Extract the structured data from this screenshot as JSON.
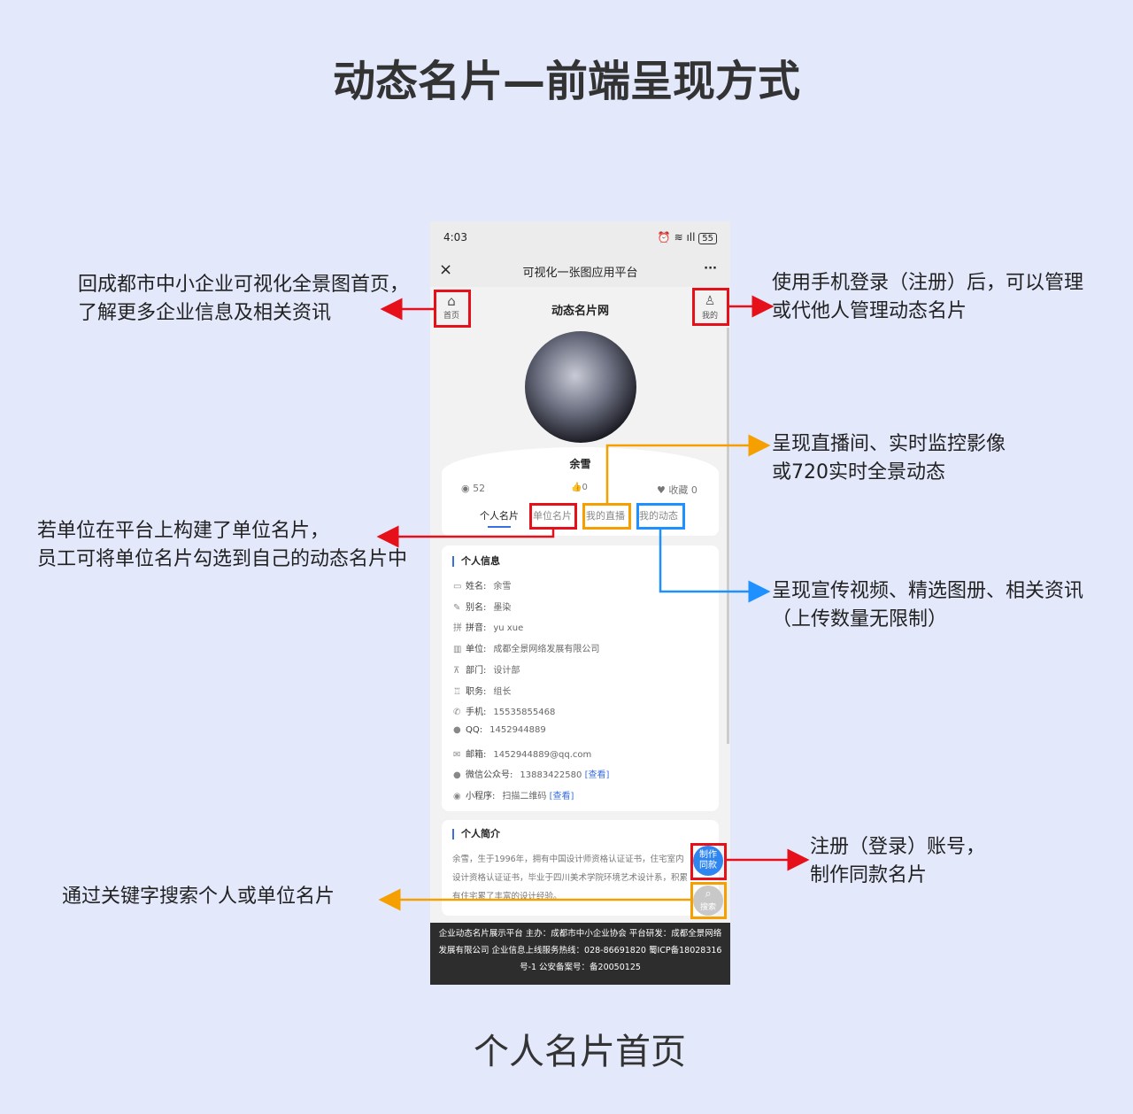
{
  "title": "动态名片—前端呈现方式",
  "subtitle": "个人名片首页",
  "notes": {
    "home": [
      "回成都市中小企业可视化全景图首页，",
      "了解更多企业信息及相关资讯"
    ],
    "mine": [
      "使用手机登录（注册）后，可以管理",
      "或代他人管理动态名片"
    ],
    "live": [
      "呈现直播间、实时监控影像",
      "或720实时全景动态"
    ],
    "unit": [
      "若单位在平台上构建了单位名片，",
      "员工可将单位名片勾选到自己的动态名片中"
    ],
    "dynamic": [
      "呈现宣传视频、精选图册、相关资讯",
      "（上传数量无限制）"
    ],
    "make": [
      "注册（登录）账号，",
      "制作同款名片"
    ],
    "search": [
      "通过关键字搜索个人或单位名片"
    ]
  },
  "phone": {
    "time": "4:03",
    "battery": "55",
    "nav_title": "可视化一张图应用平台",
    "more": "···",
    "home_label": "首页",
    "site_title": "动态名片网",
    "mine_label": "我的",
    "name": "余雪",
    "views": "52",
    "likes": "0",
    "fav_label": "收藏",
    "favs": "0",
    "tabs": [
      "个人名片",
      "单位名片",
      "我的直播",
      "我的动态"
    ],
    "info_title": "个人信息",
    "info": [
      {
        "icon": "id-card-icon",
        "g": "▭",
        "label": "姓名:",
        "value": "余雪"
      },
      {
        "icon": "feather-icon",
        "g": "✎",
        "label": "别名:",
        "value": "墨染"
      },
      {
        "icon": "pinyin-icon",
        "g": "拼",
        "label": "拼音:",
        "value": "yu xue"
      },
      {
        "icon": "building-icon",
        "g": "▥",
        "label": "单位:",
        "value": "成都全景网络发展有限公司"
      },
      {
        "icon": "org-chart-icon",
        "g": "⊼",
        "label": "部门:",
        "value": "设计部"
      },
      {
        "icon": "tie-icon",
        "g": "♖",
        "label": "职务:",
        "value": "组长"
      },
      {
        "icon": "phone-icon",
        "g": "✆",
        "label": "手机:",
        "value": "15535855468"
      },
      {
        "icon": "qq-icon",
        "g": "●",
        "label": "QQ:",
        "value": "1452944889"
      },
      {
        "icon": "mail-icon",
        "g": "✉",
        "label": "邮箱:",
        "value": "1452944889@qq.com"
      },
      {
        "icon": "wechat-icon",
        "g": "●",
        "label": "微信公众号:",
        "value": "13883422580",
        "link": "[查看]"
      },
      {
        "icon": "miniprogram-icon",
        "g": "◉",
        "label": "小程序:",
        "value": "扫描二维码",
        "link": "[查看]"
      }
    ],
    "bio_title": "个人简介",
    "bio": "余雪，生于1996年，拥有中国设计师资格认证证书，住宅室内设计资格认证证书，毕业于四川美术学院环境艺术设计系，积累有住宅累了丰富的设计经验。",
    "make_btn": "制作同款",
    "search_btn": "搜索",
    "footer": "企业动态名片展示平台 主办：成都市中小企业协会 平台研发：成都全景网络发展有限公司 企业信息上线服务热线：028-86691820 蜀ICP备18028316号-1 公安备案号：备20050125"
  }
}
